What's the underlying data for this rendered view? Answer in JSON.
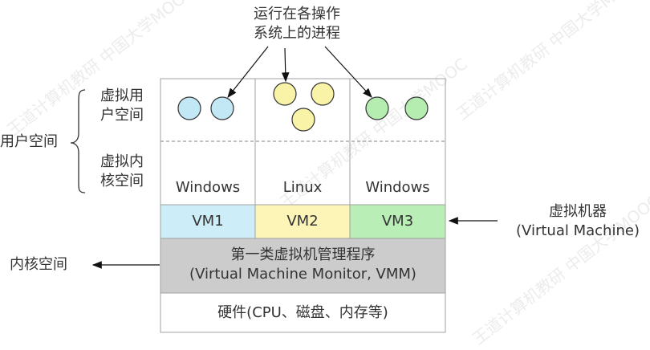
{
  "annotations": {
    "processes_label_line1": "运行在各操作",
    "processes_label_line2": "系统上的进程",
    "virtual_user_space_line1": "虚拟用",
    "virtual_user_space_line2": "户空间",
    "user_space": "用户空间",
    "virtual_kernel_space_line1": "虚拟内",
    "virtual_kernel_space_line2": "核空间",
    "kernel_space": "内核空间",
    "virtual_machine_line1": "虚拟机器",
    "virtual_machine_line2": "(Virtual Machine)"
  },
  "guest_os": [
    {
      "name": "Windows",
      "vm_label": "VM1",
      "vm_color": "#cdeef8",
      "process_color": "#c2e8f6",
      "process_count": 2
    },
    {
      "name": "Linux",
      "vm_label": "VM2",
      "vm_color": "#fdf4b8",
      "process_color": "#f9f3a8",
      "process_count": 3
    },
    {
      "name": "Windows",
      "vm_label": "VM3",
      "vm_color": "#b9efb6",
      "process_color": "#b5ecb0",
      "process_count": 2
    }
  ],
  "hypervisor": {
    "line1": "第一类虚拟机管理程序",
    "line2": "(Virtual Machine Monitor, VMM)",
    "color": "#cccccc"
  },
  "hardware": {
    "label": "硬件(CPU、磁盘、内存等)"
  },
  "watermark": {
    "text": "王道计算机教研 中国大学MOOC"
  }
}
